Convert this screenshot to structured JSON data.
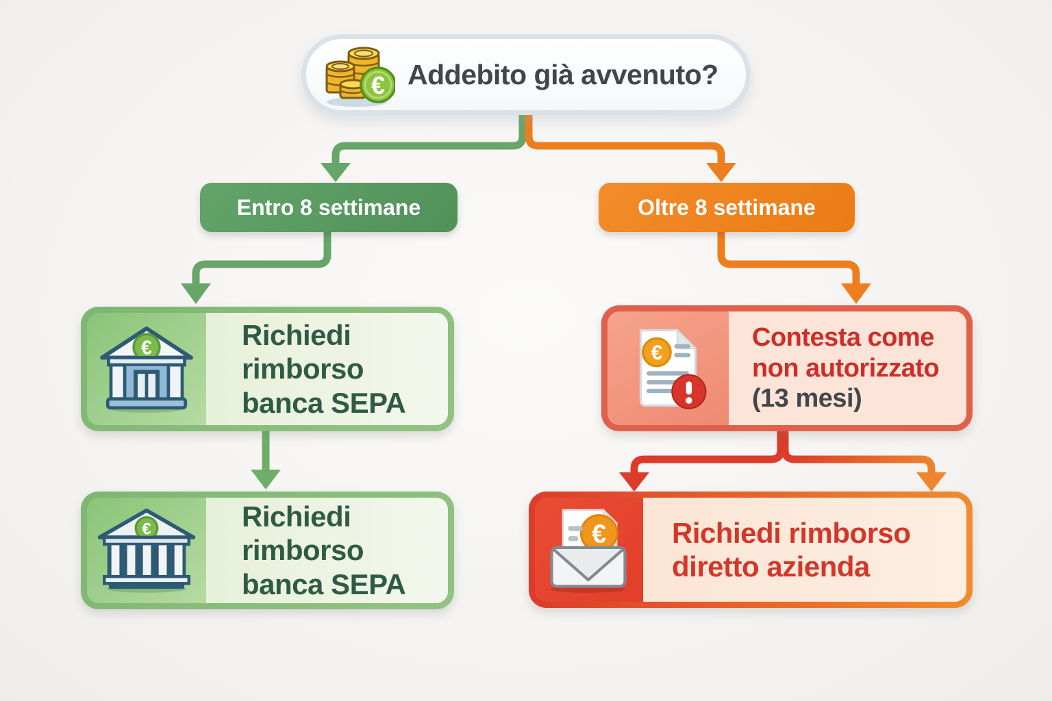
{
  "question": {
    "text": "Addebito già avvenuto?",
    "icon": "euro-coins-icon"
  },
  "branches": {
    "left": {
      "label": "Entro 8 settimane",
      "accent_color": "#579a5f",
      "steps": [
        {
          "icon": "bank-icon",
          "text": "Richiedi\nrimborso\nbanca SEPA"
        },
        {
          "icon": "bank-columns-icon",
          "text": "Richiedi\nrimborso\nbanca SEPA"
        }
      ]
    },
    "right": {
      "label": "Oltre 8 settimane",
      "accent_color": "#ee821f",
      "steps": [
        {
          "icon": "document-alert-icon",
          "text": "Contesta come\nnon autorizzato",
          "note": "(13 mesi)"
        },
        {
          "icon": "envelope-euro-icon",
          "text": "Richiedi rimborso\ndiretto azienda"
        }
      ]
    }
  },
  "colors": {
    "green_branch": "#579a5f",
    "orange_branch": "#ee821f",
    "red_branch": "#dc3c2a",
    "pale_green_panel": "#edf4e4",
    "pale_peach_panel": "#fce4d8",
    "dark_green_text": "#2f5b45",
    "red_text": "#cd2e27",
    "gray_text": "#43474b",
    "slate_text": "#3e474c"
  }
}
